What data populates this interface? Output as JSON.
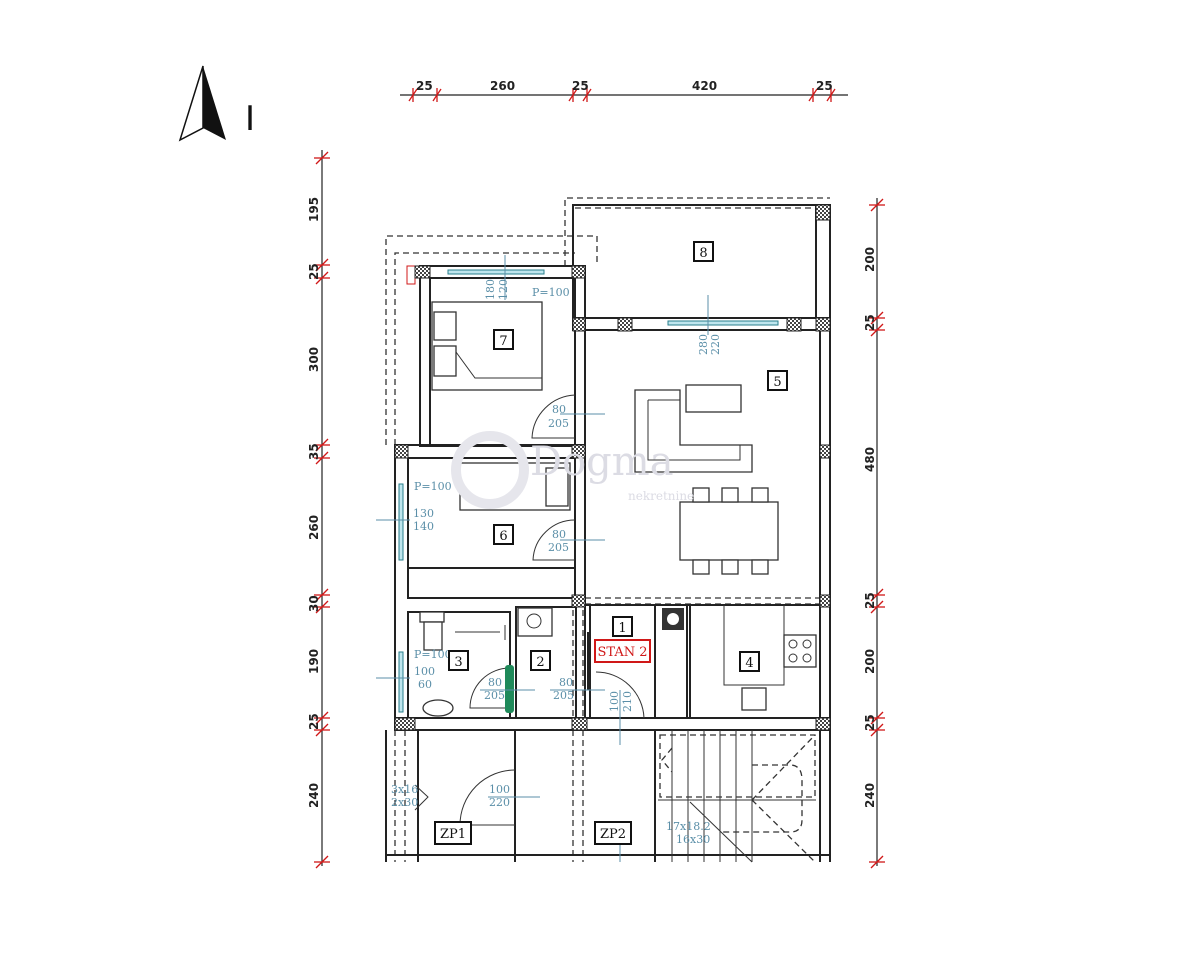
{
  "north_arrow": {
    "label": "I"
  },
  "watermark": {
    "brand": "Dogma",
    "sub": "nekretnine"
  },
  "dimensions": {
    "top": [
      "25",
      "260",
      "25",
      "420",
      "25"
    ],
    "left": [
      "195",
      "25",
      "300",
      "35",
      "260",
      "30",
      "190",
      "25",
      "240"
    ],
    "right": [
      "200",
      "25",
      "480",
      "25",
      "200",
      "25",
      "240"
    ]
  },
  "rooms": {
    "r1": "1",
    "r2": "2",
    "r3": "3",
    "r4": "4",
    "r5": "5",
    "r6": "6",
    "r7": "7",
    "r8": "8",
    "zp1": "ZP1",
    "zp2": "ZP2",
    "unit": "STAN 2"
  },
  "unit_color": "#d01818",
  "annotations": {
    "p7": "P=100",
    "win7_a": "180",
    "win7_b": "120",
    "win5_a": "280",
    "win5_b": "220",
    "door7_a": "80",
    "door7_b": "205",
    "p6": "P=100",
    "win6_a": "130",
    "win6_b": "140",
    "door6_a": "80",
    "door6_b": "205",
    "p3": "P=100",
    "win3_a": "100",
    "win3_b": "60",
    "door3_a": "80",
    "door3_b": "205",
    "door2_a": "80",
    "door2_b": "205",
    "door1_a": "100",
    "door1_b": "210",
    "stairL_a": "3x16",
    "stairL_b": "2x30",
    "doorzp_a": "100",
    "doorzp_b": "220",
    "stair_a": "17x18.2",
    "stair_b": "16x30"
  }
}
